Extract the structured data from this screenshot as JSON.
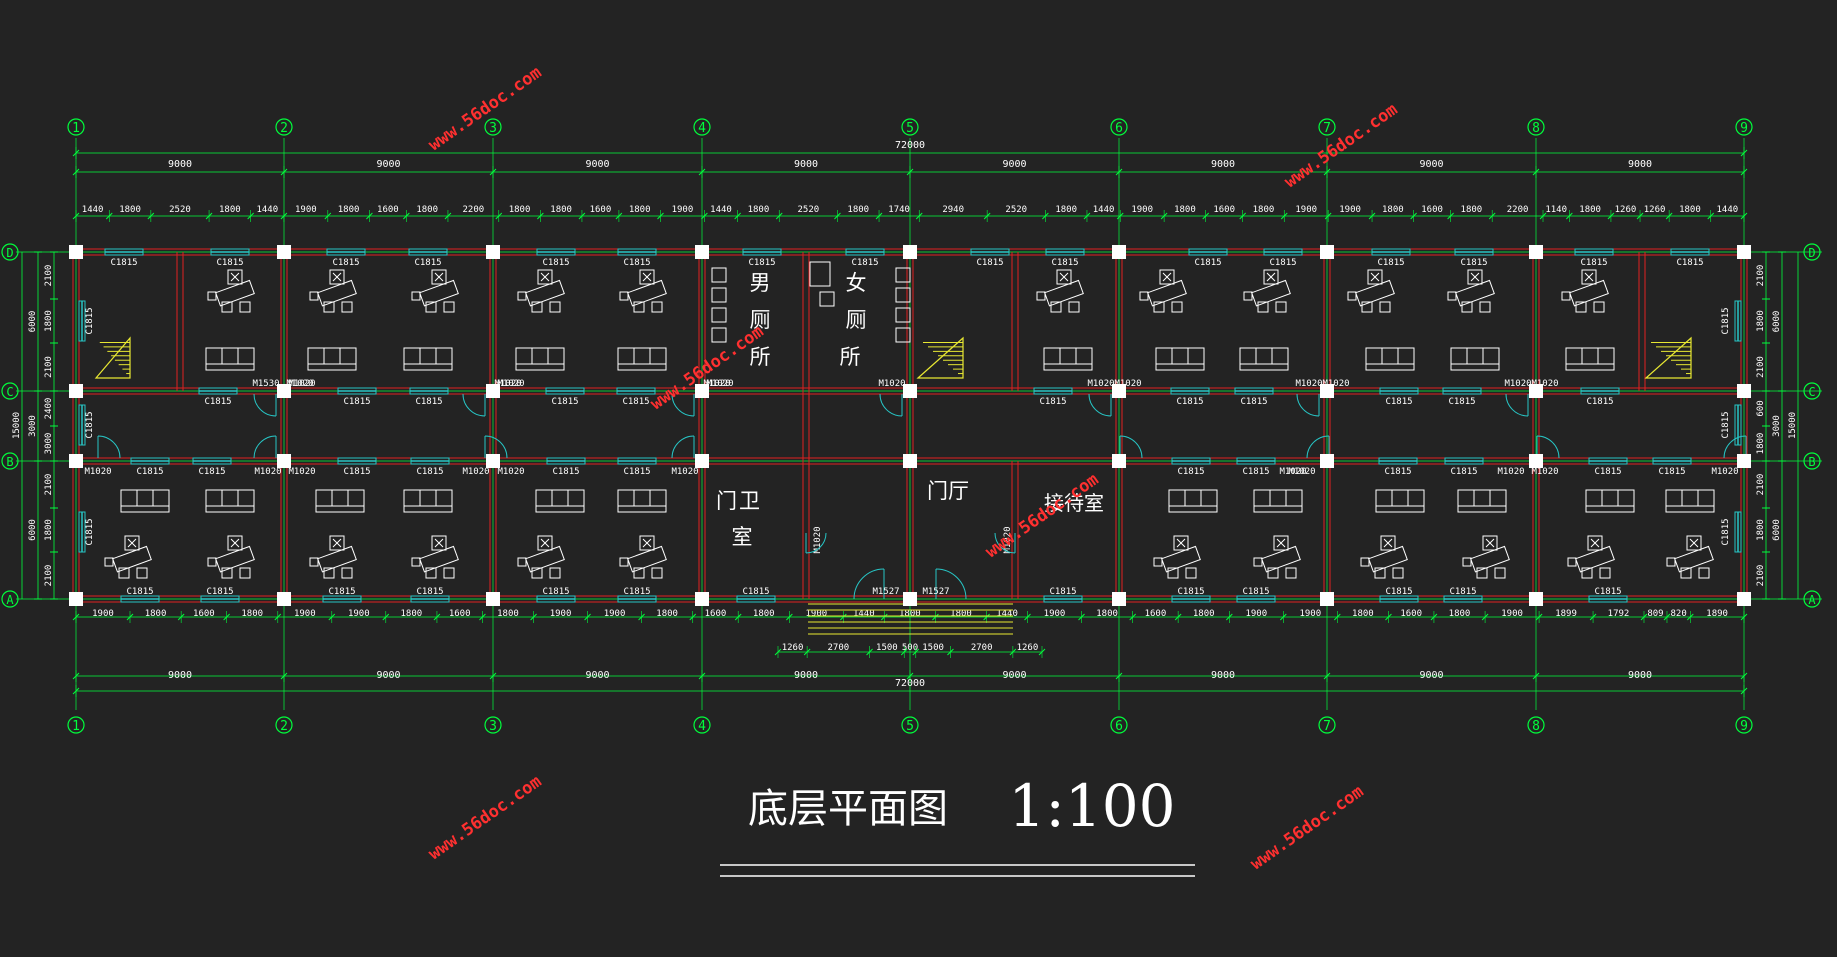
{
  "axes_x": [
    "1",
    "2",
    "3",
    "4",
    "5",
    "6",
    "7",
    "8",
    "9"
  ],
  "axes_y": [
    "D",
    "C",
    "B",
    "A"
  ],
  "overall_width": "72000",
  "overall_depth": "15000",
  "bay_width": "9000",
  "top_segments": [
    "1440",
    "1800",
    "2520",
    "1800",
    "1440",
    "1900",
    "1800",
    "1600",
    "1800",
    "2200",
    "1800",
    "1800",
    "1600",
    "1800",
    "1900",
    "1440",
    "1800",
    "2520",
    "1800",
    "1740",
    "2940",
    "2520",
    "1800",
    "1440",
    "1900",
    "1800",
    "1600",
    "1800",
    "1900",
    "1900",
    "1800",
    "1600",
    "1800",
    "2200",
    "1140",
    "1800",
    "1260",
    "1260",
    "1800",
    "1440"
  ],
  "bottom_segments": [
    "1900",
    "1800",
    "1600",
    "1800",
    "1900",
    "1900",
    "1800",
    "1600",
    "1800",
    "1900",
    "1900",
    "1800",
    "1600",
    "1800",
    "1900",
    "1440",
    "1800",
    "1800",
    "1440",
    "1900",
    "1800",
    "1600",
    "1800",
    "1900",
    "1900",
    "1800",
    "1600",
    "1800",
    "1900",
    "1899",
    "1792",
    "809",
    "820",
    "1890"
  ],
  "entrance_segments": [
    "1260",
    "2700",
    "1500",
    "500",
    "1500",
    "2700",
    "1260"
  ],
  "left_dims": [
    "2100",
    "1800",
    "2100",
    "2400",
    "3000",
    "2100",
    "1800",
    "2100"
  ],
  "left_totals": [
    "6000",
    "3000",
    "6000"
  ],
  "right_dims": [
    "2100",
    "1800",
    "2100",
    "600",
    "1800",
    "2100",
    "1800",
    "2100"
  ],
  "right_totals": [
    "6000",
    "3000",
    "6000"
  ],
  "windows": {
    "c": "C1815"
  },
  "doors": {
    "m1020": "M1020",
    "m1530": "M1530",
    "m1527": "M1527"
  },
  "rooms": {
    "mens_wc": "男厕所",
    "womens_wc": "女厕所",
    "guard_room": "门卫室",
    "lobby": "门厅",
    "reception": "接待室"
  },
  "title": {
    "name": "底层平面图",
    "scale": "1:100"
  },
  "watermark": "www.56doc.com",
  "colors": {
    "axis": "#00ff3c",
    "wall": "#e02020",
    "window": "#27c6c6",
    "furniture": "#ffffff",
    "stair": "#e8e832",
    "watermark": "#ff3030",
    "bg": "#232323"
  }
}
